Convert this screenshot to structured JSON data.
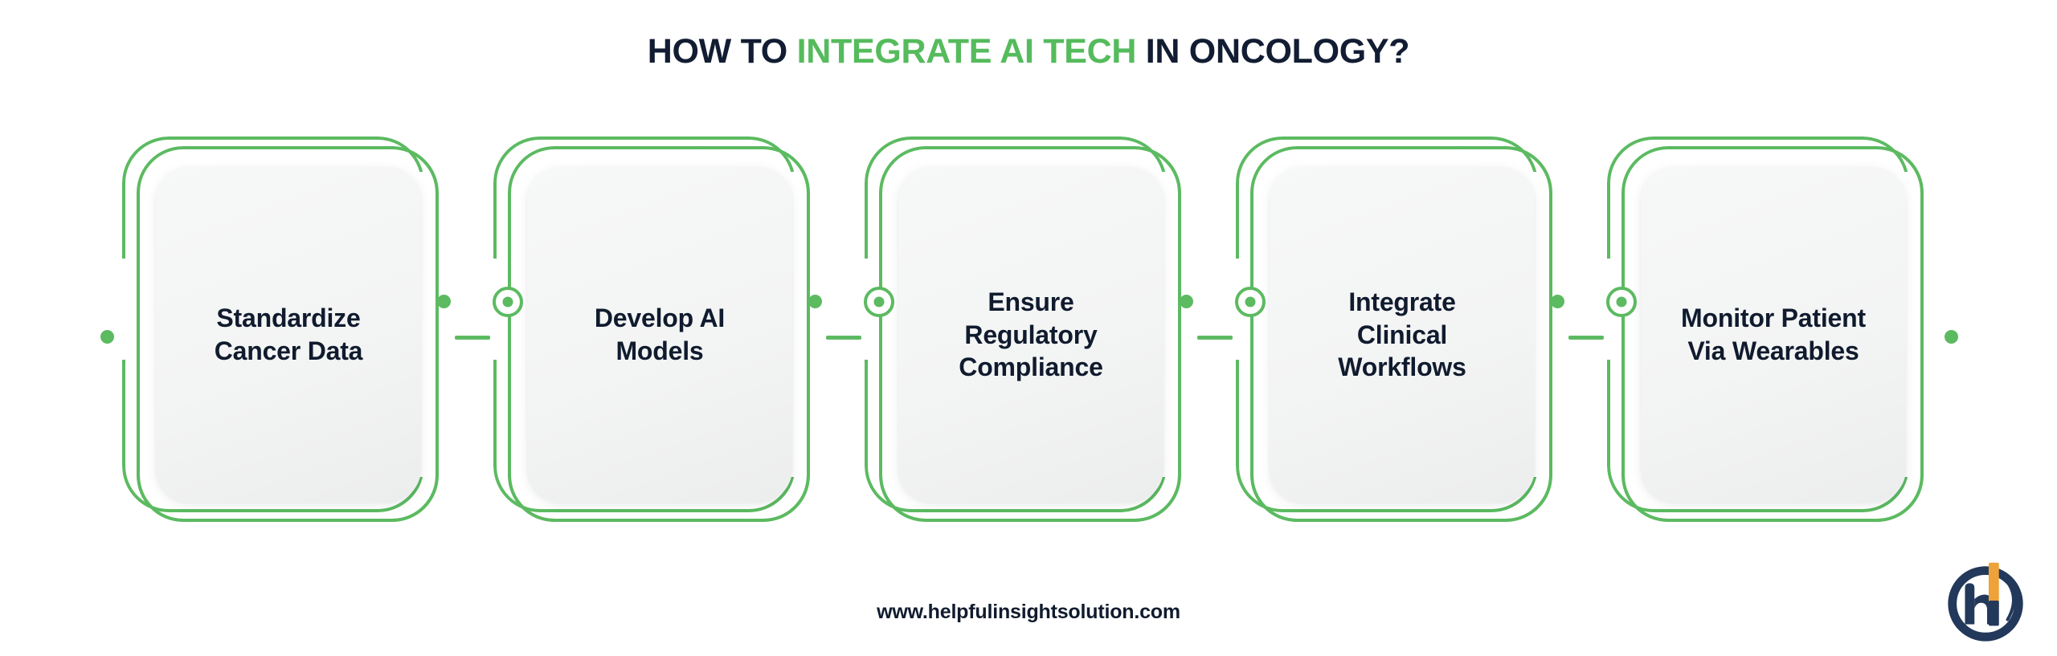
{
  "title": {
    "part1": "HOW TO ",
    "accent": "INTEGRATE AI TECH",
    "part2": " IN ONCOLOGY?"
  },
  "steps": [
    {
      "label": "Standardize\nCancer Data"
    },
    {
      "label": "Develop AI\nModels"
    },
    {
      "label": "Ensure\nRegulatory\nCompliance"
    },
    {
      "label": "Integrate\nClinical\nWorkflows"
    },
    {
      "label": "Monitor Patient\nVia Wearables"
    }
  ],
  "footer": {
    "url": "www.helpfulinsightsolution.com"
  },
  "logo": {
    "name": "helpful-insight-solution-logo",
    "mark_color": "#23395b",
    "accent_color": "#eda23a"
  },
  "colors": {
    "green": "#5cba61",
    "title_green": "#55bb5c",
    "navy": "#101b2e",
    "card_fill": "#f5f6f6",
    "background": "#ffffff"
  }
}
